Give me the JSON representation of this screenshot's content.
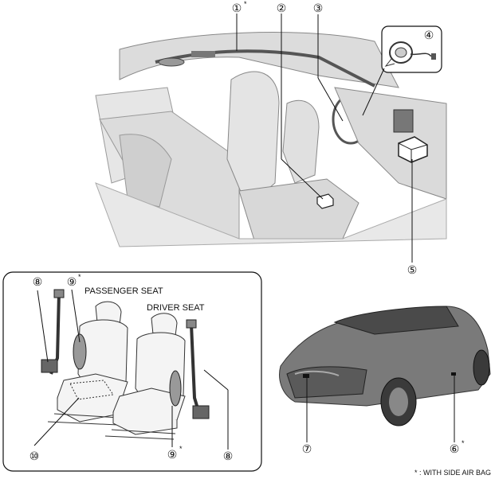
{
  "callouts": {
    "c1": "①",
    "c2": "②",
    "c3": "③",
    "c4": "④",
    "c5": "⑤",
    "c6": "⑥",
    "c7": "⑦",
    "c8a": "⑧",
    "c8b": "⑧",
    "c9a": "⑨",
    "c9b": "⑨",
    "c10": "⑩"
  },
  "asterisk": "*",
  "labels": {
    "passenger_seat": "PASSENGER SEAT",
    "driver_seat": "DRIVER SEAT"
  },
  "footnote": "* : WITH SIDE AIR BAG",
  "colors": {
    "line": "#222222",
    "interior_fill": "#e9e9e9",
    "interior_shade": "#cfcfcf",
    "car_body": "#7a7a7a",
    "car_dark": "#4a4a4a",
    "car_light": "#a8a8a8"
  }
}
